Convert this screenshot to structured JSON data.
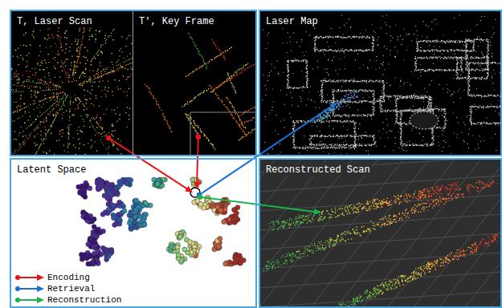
{
  "diagram": {
    "nodes": [
      {
        "text": [
          "T, Laser Scan"
        ]
      },
      {
        "text": [
          "T', Key Frame"
        ],
        "in": 0
      },
      {
        "text": [
          "Laser Map"
        ]
      },
      {
        "text": [
          "Latent Space"
        ]
      },
      {
        "text": [
          "Reconstructed Scan"
        ]
      }
    ],
    "edges": [
      {
        "from": 0,
        "to": 3,
        "arrow": "to"
      },
      {
        "from": 1,
        "to": 3,
        "arrow": "to"
      },
      {
        "from": 3,
        "to": 2,
        "arrow": "to"
      },
      {
        "from": 3,
        "to": 4,
        "arrow": "to"
      }
    ],
    "legend": [
      {
        "text": "Encoding"
      },
      {
        "text": "Retrieval"
      },
      {
        "text": "Reconstruction"
      }
    ]
  }
}
